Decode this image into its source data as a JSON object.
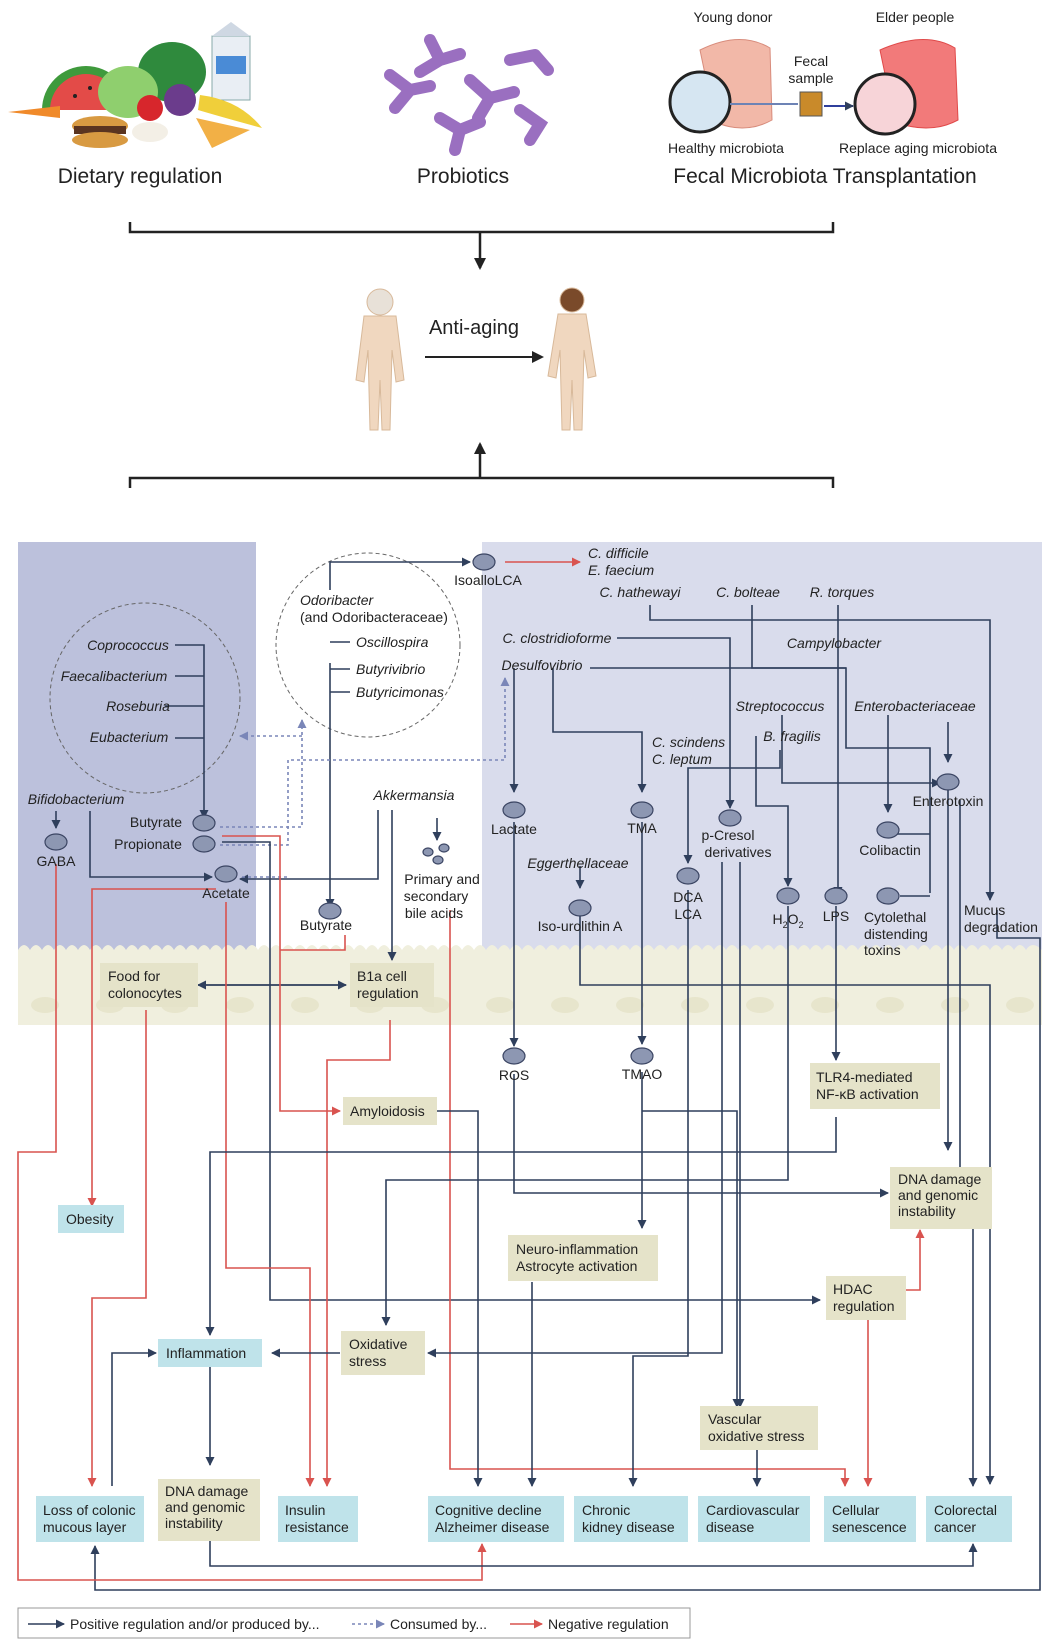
{
  "top": {
    "dietary": "Dietary regulation",
    "probiotics": "Probiotics",
    "fmt": "Fecal Microbiota Transplantation",
    "young_donor": "Young donor",
    "elder_people": "Elder people",
    "fecal_sample": [
      "Fecal",
      "sample"
    ],
    "healthy_microbiota": "Healthy microbiota",
    "replace_aging": "Replace aging microbiota",
    "anti_aging": "Anti-aging"
  },
  "bacteria": {
    "coprococcus": "Coprococcus",
    "faecalibacterium": "Faecalibacterium",
    "roseburia": "Roseburia",
    "eubacterium": "Eubacterium",
    "bifidobacterium": "Bifidobacterium",
    "odoribacter": [
      "Odoribacter",
      "(and Odoribacteraceae)"
    ],
    "oscillospira": "Oscillospira",
    "butyrivibrio": "Butyrivibrio",
    "butyricimonas": "Butyricimonas",
    "akkermansia": "Akkermansia",
    "c_difficile": "C. difficile",
    "e_faecium": "E. faecium",
    "c_hathewayi": "C. hathewayi",
    "c_bolteae": "C. bolteae",
    "r_torques": "R. torques",
    "c_clostridioforme": "C. clostridioforme",
    "campylobacter": "Campylobacter",
    "desulfovibrio": "Desulfovibrio",
    "streptococcus": "Streptococcus",
    "enterobacteriaceae": "Enterobacteriaceae",
    "c_scindens": "C. scindens",
    "c_leptum": "C. leptum",
    "b_fragilis": "B. fragilis",
    "eggerthellaceae": "Eggerthellaceae"
  },
  "metabolites": {
    "isoallolca": "IsoalloLCA",
    "butyrate": "Butyrate",
    "propionate": "Propionate",
    "acetate": "Acetate",
    "gaba": "GABA",
    "butyrate2": "Butyrate",
    "bile_acids": [
      "Primary and",
      "secondary",
      "bile acids"
    ],
    "lactate": "Lactate",
    "tma": "TMA",
    "p_cresol": [
      "p-Cresol",
      "derivatives"
    ],
    "enterotoxin": "Enterotoxin",
    "colibactin": "Colibactin",
    "iso_urolithin": "Iso-urolithin A",
    "dca_lca": [
      "DCA",
      "LCA"
    ],
    "h2o2": "H",
    "h2o2_sub": "2",
    "h2o2_o": "O",
    "lps": "LPS",
    "cytolethal": [
      "Cytolethal",
      "distending",
      "toxins"
    ],
    "mucus": [
      "Mucus",
      "degradation"
    ],
    "ros": "ROS",
    "tmao": "TMAO"
  },
  "processes": {
    "food": [
      "Food for",
      "colonocytes"
    ],
    "b1a": [
      "B1a cell",
      "regulation"
    ],
    "amyloidosis": "Amyloidosis",
    "tlr4": [
      "TLR4-mediated",
      "NF-κB activation"
    ],
    "dna_damage_right": [
      "DNA damage",
      "and genomic",
      "instability"
    ],
    "neuro": [
      "Neuro-inflammation",
      "Astrocyte activation"
    ],
    "hdac": [
      "HDAC",
      "regulation"
    ],
    "oxidative": [
      "Oxidative",
      "stress"
    ],
    "vascular": [
      "Vascular",
      "oxidative stress"
    ],
    "dna_damage_bottom": [
      "DNA damage",
      "and genomic",
      "instability"
    ]
  },
  "outcomes": {
    "obesity": "Obesity",
    "inflammation": "Inflammation",
    "loss_colonic": [
      "Loss of colonic",
      "mucous layer"
    ],
    "insulin": [
      "Insulin",
      "resistance"
    ],
    "cognitive": [
      "Cognitive decline",
      "Alzheimer disease"
    ],
    "ckd": [
      "Chronic",
      "kidney disease"
    ],
    "cardio": [
      "Cardiovascular",
      "disease"
    ],
    "senescence": [
      "Cellular",
      "senescence"
    ],
    "colorectal": [
      "Colorectal",
      "cancer"
    ]
  },
  "legend": {
    "positive": "Positive regulation and/or produced by...",
    "consumed": "Consumed by...",
    "negative": "Negative regulation"
  },
  "colors": {
    "positive": "#2f3f5c",
    "negative": "#d9534f",
    "consumed": "#7a86b8",
    "outcome_box": "#bfe3ea",
    "process_box": "#e5e3c9",
    "panel_left": "#bcc1dc",
    "panel_right": "#d9dcec",
    "node": "#8d97b2"
  }
}
